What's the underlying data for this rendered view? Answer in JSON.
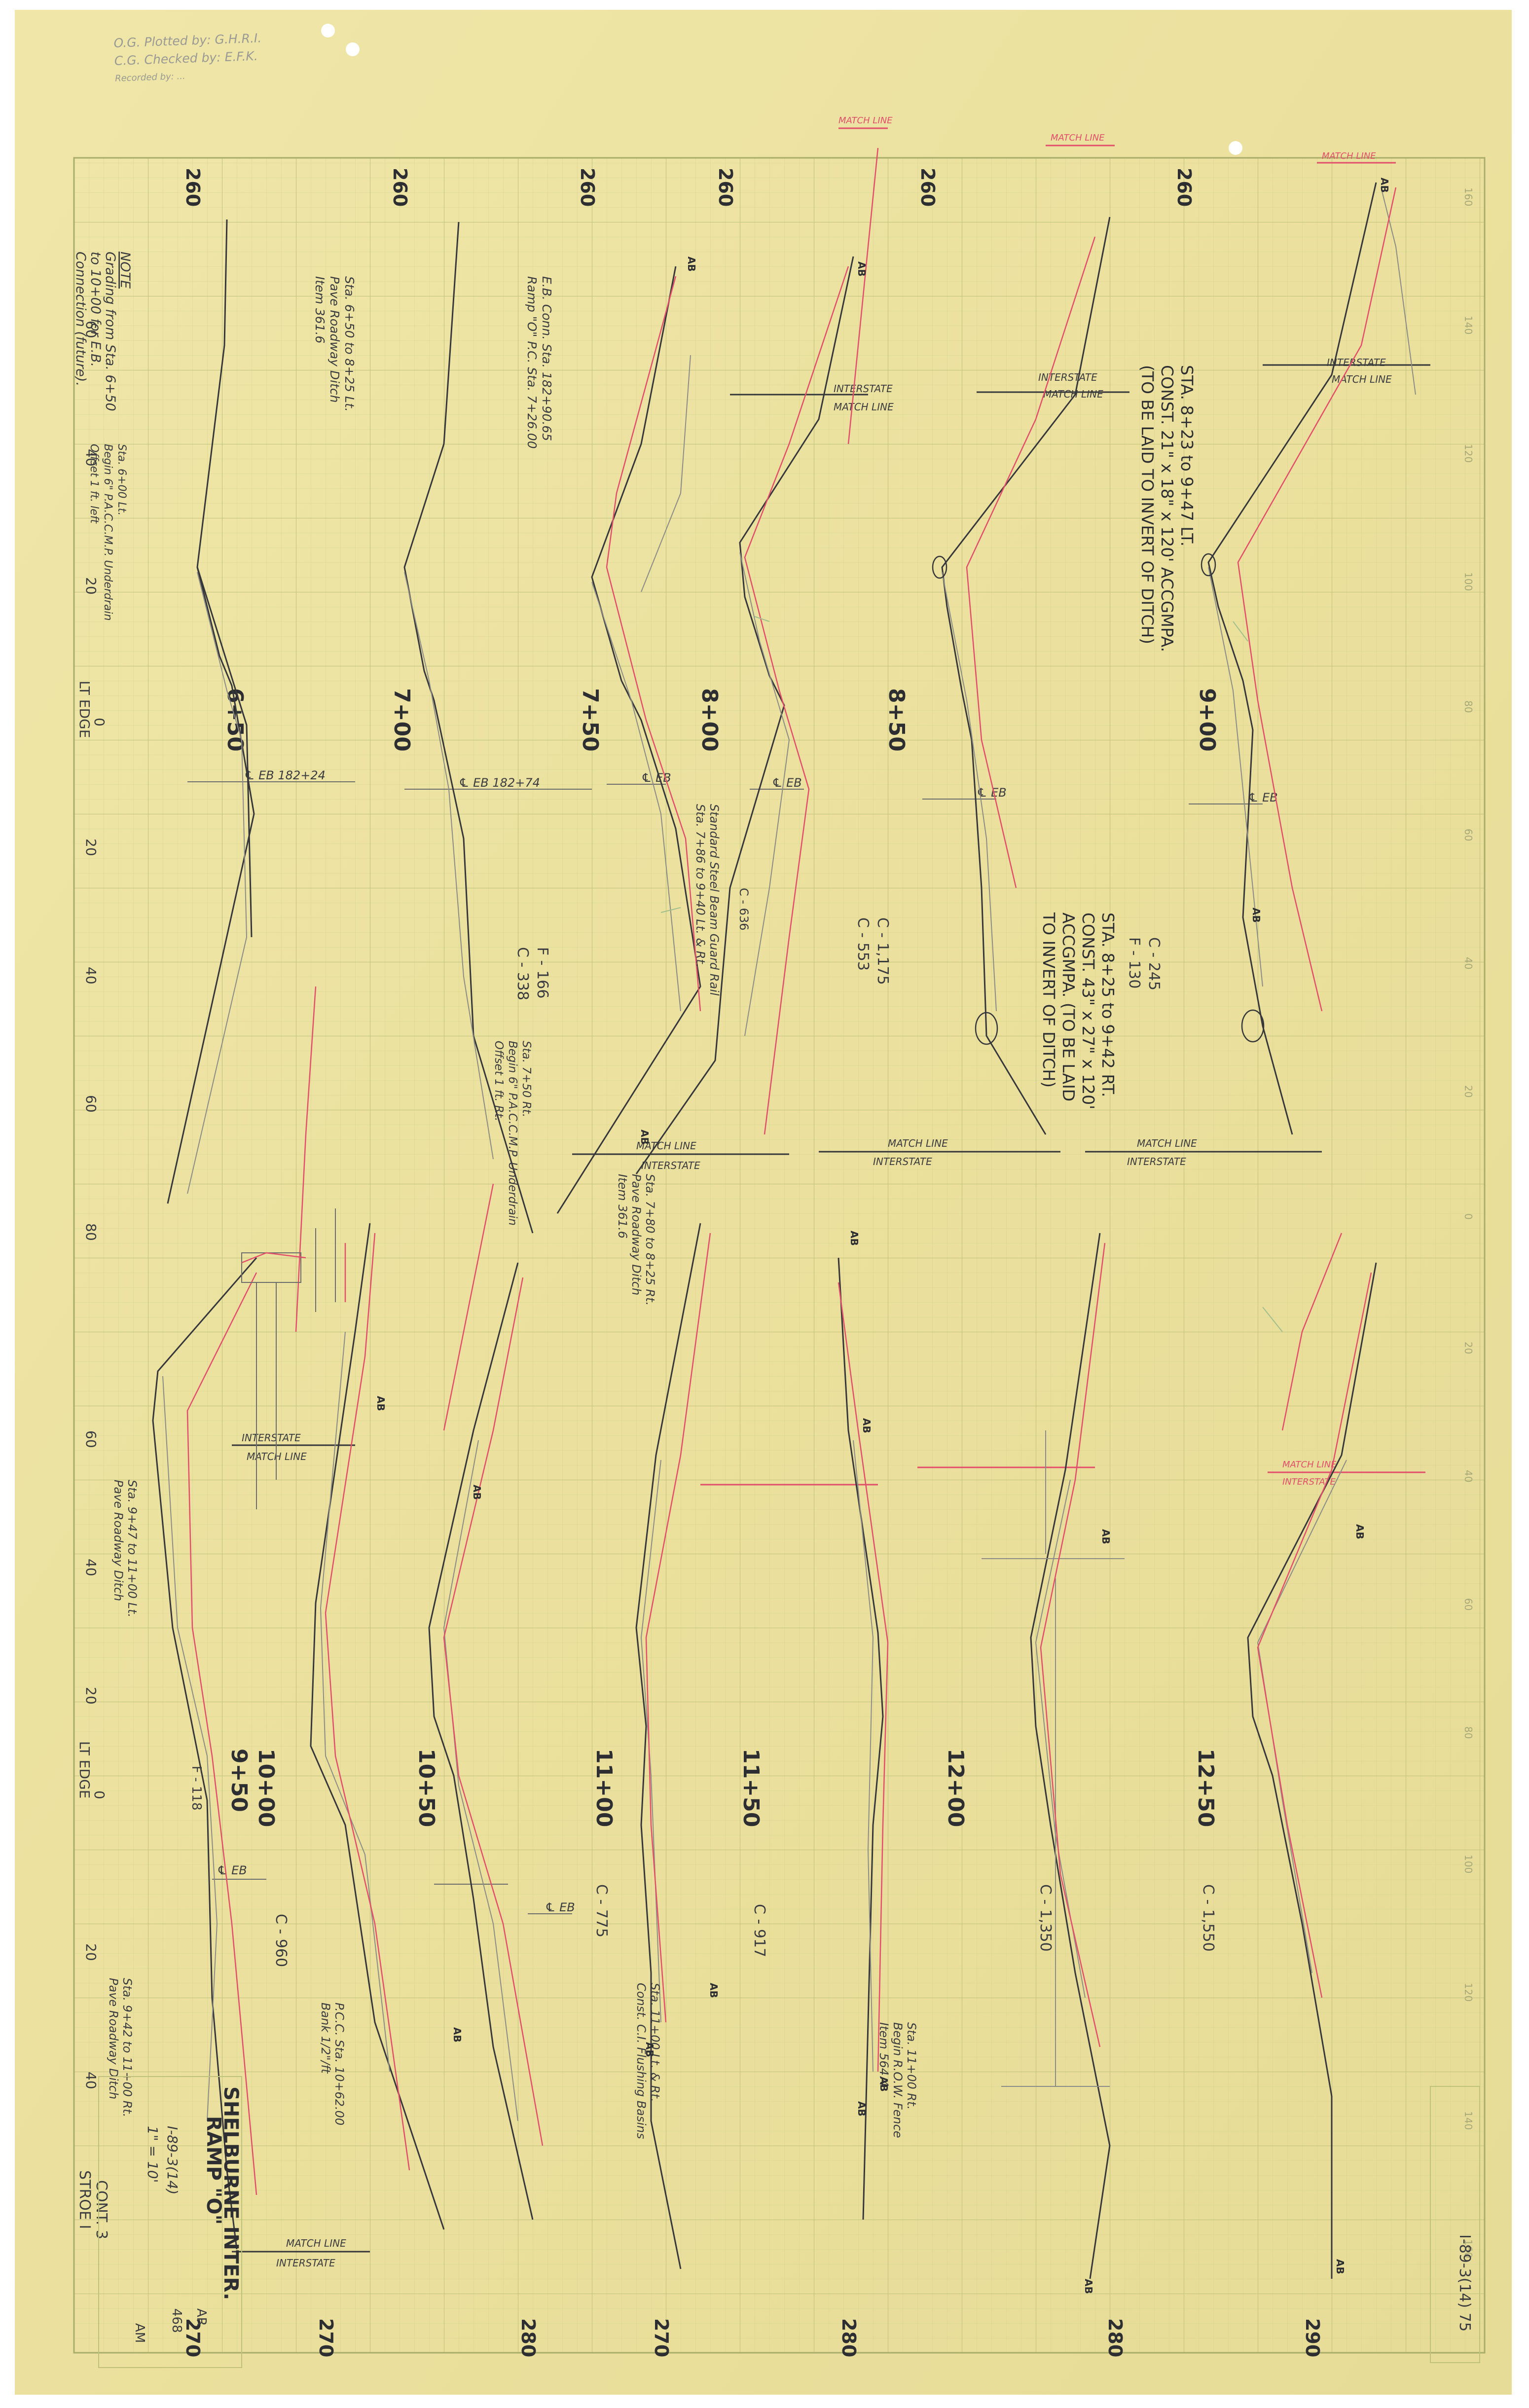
{
  "stamp": {
    "line1": "O.G. Plotted by: G.H.R.I.",
    "line2": "C.G. Checked by: E.F.K.",
    "line3": "Recorded by: ..."
  },
  "colors": {
    "paper": "#ece2a0",
    "grid": "#c8cc86",
    "ink": "#35363a",
    "pencil": "#8a8a82",
    "red": "#e24f6b",
    "green": "#9fbf8c"
  },
  "elevations": {
    "top_band": [
      "260",
      "260",
      "260",
      "260",
      "260",
      "260"
    ],
    "bottom_band": [
      "270",
      "270",
      "280",
      "270",
      "280",
      "280",
      "290"
    ]
  },
  "offsets": {
    "upper": [
      "60",
      "40",
      "20",
      "LT EDGE",
      "0",
      "20",
      "40",
      "60",
      "80"
    ],
    "lower": [
      "60",
      "40",
      "20",
      "LT EDGE",
      "0",
      "20",
      "40"
    ],
    "stroke": [
      "STROE I",
      "CONT. 3"
    ],
    "right_scale": [
      "160",
      "140",
      "120",
      "100",
      "80",
      "60",
      "40",
      "20",
      "0",
      "20",
      "40",
      "60",
      "80",
      "100",
      "120",
      "140",
      "160"
    ]
  },
  "stations": {
    "upper": [
      "6+50",
      "7+00",
      "7+50",
      "8+00",
      "8+50",
      "9+00"
    ],
    "lower": [
      "9+50",
      "10+00",
      "10+50",
      "11+00",
      "11+50",
      "12+00",
      "12+50"
    ]
  },
  "labels": {
    "match_line": "MATCH LINE",
    "interstate": "INTERSTATE",
    "eb": "℄ EB",
    "eb_sta1": "℄ EB 182+24",
    "eb_sta2": "℄ EB 182+74",
    "ab": "AB"
  },
  "notes": {
    "note1": [
      "NOTE",
      "Grading from Sta. 6+50",
      "to 10+00 for E.B.",
      "Connection (future)."
    ],
    "note2": [
      "Sta. 6+50 to 8+25 Lt.",
      "Pave Roadway Ditch",
      "Item 361.6"
    ],
    "note3": [
      "E.B. Conn. Sta. 182+90.65",
      "Ramp \"O\" P.C. Sta. 7+26.00"
    ],
    "note4": [
      "Sta. 6+00 Lt.",
      "Begin 6\" P.A.C.C.M.P. Underdrain",
      "Offset 1 ft. left"
    ],
    "note5": [
      "Standard Steel Beam Guard Rail",
      "Sta. 7+86 to 9+40 Lt. & Rt."
    ],
    "note6": [
      "Sta. 7+50 Rt.",
      "Begin 6\" P.A.C.C.M.P. Underdrain",
      "Offset 1 ft. Rt."
    ],
    "note7": [
      "Sta. 7+80 to 8+25 Rt.",
      "Pave Roadway Ditch",
      "Item 361.6"
    ],
    "note8": [
      "Sta. 9+47 to 11+00 Lt.",
      "Pave Roadway Ditch"
    ],
    "note9": [
      "Sta. 9+42 to 11+00 Rt.",
      "Pave Roadway Ditch"
    ],
    "note10": [
      "P.C.C. Sta. 10+62.00",
      "Bank 1/2\"/ft"
    ],
    "note11": [
      "Sta. 11+00 Lt. & Rt.",
      "Const. C.I. Flushing Basins"
    ],
    "note12": [
      "Sta. 11+00 Rt.",
      "Begin R.O.W. Fence",
      "Item 564.4"
    ],
    "pipe_lt": [
      "STA. 8+23 to 9+47 LT.",
      "CONST. 21\" x 18\" x 120' ACCGMPA.",
      "(TO BE LAID TO INVERT OF DITCH)"
    ],
    "pipe_rt": [
      "STA. 8+25 to 9+42 RT.",
      "CONST. 43\" x 27\" x 120'",
      "ACCGMPA. (TO BE LAID",
      "TO INVERT OF DITCH)"
    ],
    "quant_upper": [
      "F - 166",
      "C - 338",
      "C - 636",
      "C - 1,175",
      "C - 553",
      "C - 245",
      "F - 130"
    ],
    "quant_lower": [
      "C - 960",
      "C - 775",
      "C - 917",
      "C - 1,350",
      "C - 1,550",
      "F - 118"
    ]
  },
  "title_block": {
    "lines": [
      "I-89-3(14) 75",
      "RAMP \"O\"",
      "SHELBURNE INTER.",
      "I-89-3(14)"
    ],
    "scale": "1\" = 10'",
    "sheet": [
      "AR",
      "AM",
      "468"
    ]
  }
}
